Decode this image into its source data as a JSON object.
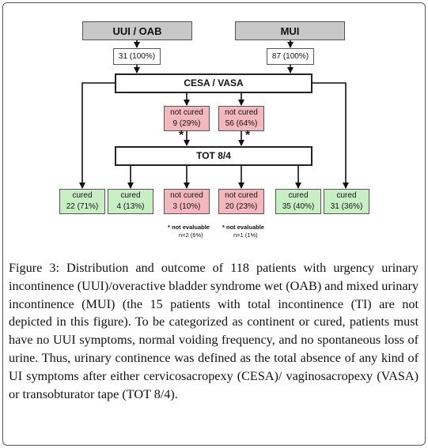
{
  "diagram": {
    "headers": {
      "uui_oab": "UUI / OAB",
      "mui": "MUI"
    },
    "counts": {
      "uui_total": "31 (100%)",
      "mui_total": "87 (100%)"
    },
    "cesa_vasa": "CESA / VASA",
    "tot": "TOT 8/4",
    "not_cured_first": [
      {
        "label": "not cured",
        "value": "9 (29%)"
      },
      {
        "label": "not cured",
        "value": "56 (64%)"
      }
    ],
    "star": "*",
    "outcomes": [
      {
        "label": "cured",
        "value": "22 (71%)",
        "status": "cured"
      },
      {
        "label": "cured",
        "value": "4 (13%)",
        "status": "cured"
      },
      {
        "label": "not cured",
        "value": "3 (10%)",
        "status": "not-cured"
      },
      {
        "label": "not cured",
        "value": "20 (23%)",
        "status": "not-cured"
      },
      {
        "label": "cured",
        "value": "35 (40%)",
        "status": "cured"
      },
      {
        "label": "cured",
        "value": "31 (36%)",
        "status": "cured"
      }
    ],
    "notes": [
      {
        "star": "*",
        "label": "not evaluable",
        "value": "n=2 (6%)"
      },
      {
        "star": "*",
        "label": "not evaluable",
        "value": "n=1 (1%)"
      }
    ],
    "colors": {
      "header": "#c8c8c8",
      "not_cured": "#f4b8bc",
      "cured": "#c8efc4"
    }
  },
  "caption": {
    "label": "Figure 3:",
    "text": " Distribution and outcome of 118 patients with urgency urinary incontinence (UUI)/overactive bladder syndrome wet (OAB) and mixed urinary incontinence (MUI) (the 15 patients with total incontinence (TI) are not depicted in this figure). To be categorized as continent or cured, patients must have no UUI symptoms, normal voiding frequency, and no spontaneous loss of urine. Thus, urinary continence was defined as the total absence of any kind of UI symptoms after either cervicosacropexy (CESA)/ vaginosacropexy (VASA) or transobturator tape (TOT 8/4)."
  }
}
